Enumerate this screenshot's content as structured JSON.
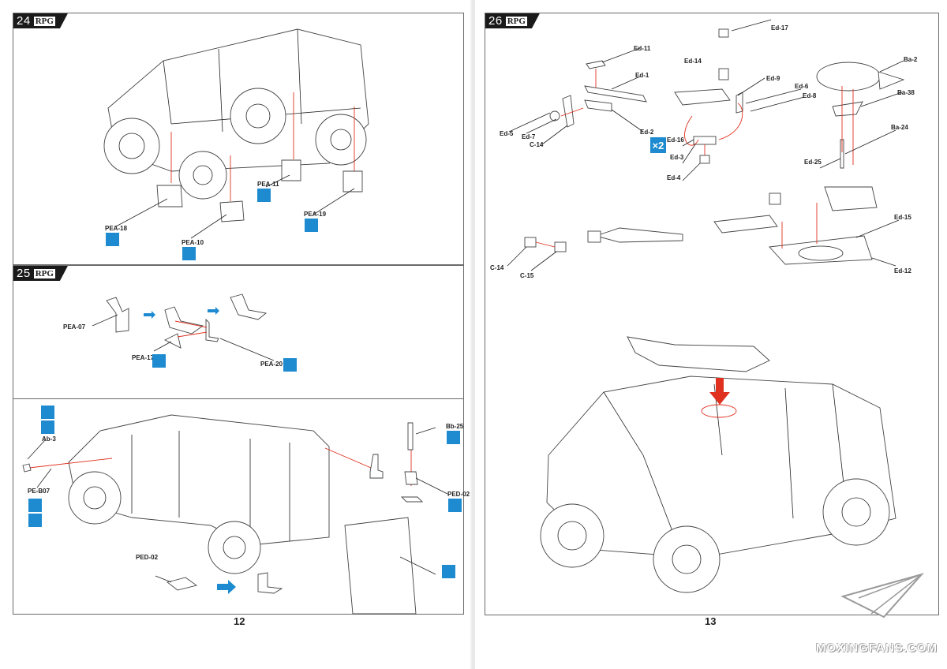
{
  "brand": "RPG",
  "colors": {
    "accent_blue": "#1e8bd0",
    "arrow_red": "#e0301e",
    "badge_black": "#1a1a1a"
  },
  "left_page": {
    "page_number": "12",
    "steps": [
      {
        "number": "24",
        "labels": [
          "PEA-18",
          "PEA-10",
          "PEA-11",
          "PEA-19"
        ]
      },
      {
        "number": "25",
        "labels": [
          "PEA-07",
          "PEA-17",
          "PEA-20"
        ]
      },
      {
        "labels": [
          "Ab-3",
          "PE-B07",
          "Bb-25",
          "PED-02",
          "PED-02"
        ]
      }
    ]
  },
  "right_page": {
    "page_number": "13",
    "steps": [
      {
        "number": "26",
        "labels": [
          "Ed-11",
          "Ed-1",
          "Ed-5",
          "Ed-7",
          "C-14",
          "Ed-2",
          "Ed-17",
          "Ed-14",
          "Ed-9",
          "Ed-6",
          "Ed-8",
          "Ed-16",
          "Ed-3",
          "Ed-4",
          "Ba-2",
          "Ba-38",
          "Ba-24",
          "Ed-25",
          "Ed-15",
          "Ed-12",
          "C-14",
          "C-15"
        ],
        "multiplier": "×2"
      }
    ]
  },
  "icons": {
    "glue": "glue-drop-icon",
    "bend": "bend-icon",
    "cut": "cut-icon",
    "multiplier": "x2-badge"
  },
  "watermark": "MOXINGFANS.COM"
}
